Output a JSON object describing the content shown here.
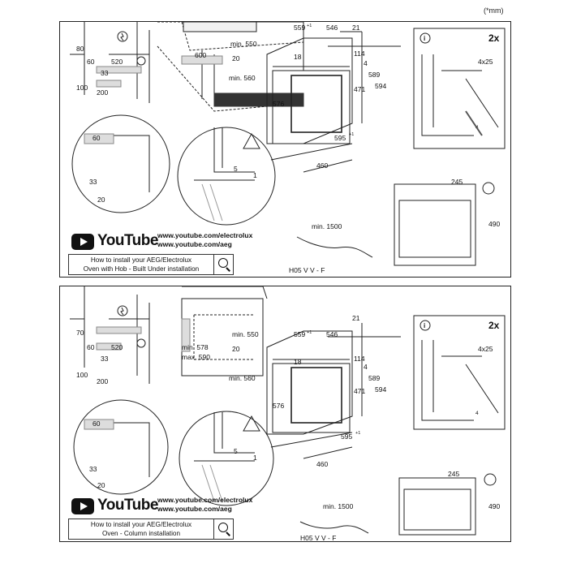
{
  "unit_note": "(*mm)",
  "panels": [
    {
      "id": "top",
      "niche_dims": {
        "d80": "80",
        "d60a": "60",
        "d520": "520",
        "d33": "33",
        "d100": "100",
        "d200": "200",
        "d600": "600",
        "dmin550": "min. 550",
        "d20": "20",
        "dmin560": "min. 560",
        "d60b": "60",
        "d33b": "33",
        "d20b": "20",
        "d5": "5",
        "d1": "1"
      },
      "oven_dims": {
        "d559": "559",
        "d559_sup": "+1",
        "d546": "546",
        "d21": "21",
        "d18": "18",
        "d114": "114",
        "d4": "4",
        "d589": "589",
        "d594": "594",
        "d471": "471",
        "d576": "576",
        "d595": "595",
        "d595_sup": "+1",
        "d460": "460"
      },
      "fixing": {
        "info": "i",
        "count": "2x",
        "screw": "4x25",
        "d4": "4"
      },
      "side": {
        "d245": "245",
        "d490": "490"
      },
      "cable": {
        "len": "min. 1500",
        "type": "H05 V V - F"
      },
      "youtube": {
        "word": "YouTube",
        "url1": "www.youtube.com/electrolux",
        "url2": "www.youtube.com/aeg",
        "line1": "How to install your AEG/Electrolux",
        "line2": "Oven with Hob - Built Under installation"
      }
    },
    {
      "id": "bottom",
      "niche_dims": {
        "d70": "70",
        "d60a": "60",
        "d520": "520",
        "d33": "33",
        "d100": "100",
        "d200": "200",
        "dmin578": "min. 578",
        "dmax590": "max. 590",
        "dmin550": "min. 550",
        "d20": "20",
        "dmin560": "min. 560",
        "d60b": "60",
        "d33b": "33",
        "d20b": "20",
        "d5": "5",
        "d1": "1"
      },
      "oven_dims": {
        "d559": "559",
        "d559_sup": "+1",
        "d546": "546",
        "d21": "21",
        "d18": "18",
        "d114": "114",
        "d4": "4",
        "d589": "589",
        "d594": "594",
        "d471": "471",
        "d576": "576",
        "d595": "595",
        "d595_sup": "+1",
        "d460": "460"
      },
      "fixing": {
        "info": "i",
        "count": "2x",
        "screw": "4x25",
        "d4": "4"
      },
      "side": {
        "d245": "245",
        "d490": "490"
      },
      "cable": {
        "len": "min. 1500",
        "type": "H05 V V - F"
      },
      "youtube": {
        "word": "YouTube",
        "url1": "www.youtube.com/electrolux",
        "url2": "www.youtube.com/aeg",
        "line1": "How to install your AEG/Electrolux",
        "line2": "Oven - Column installation"
      }
    }
  ]
}
